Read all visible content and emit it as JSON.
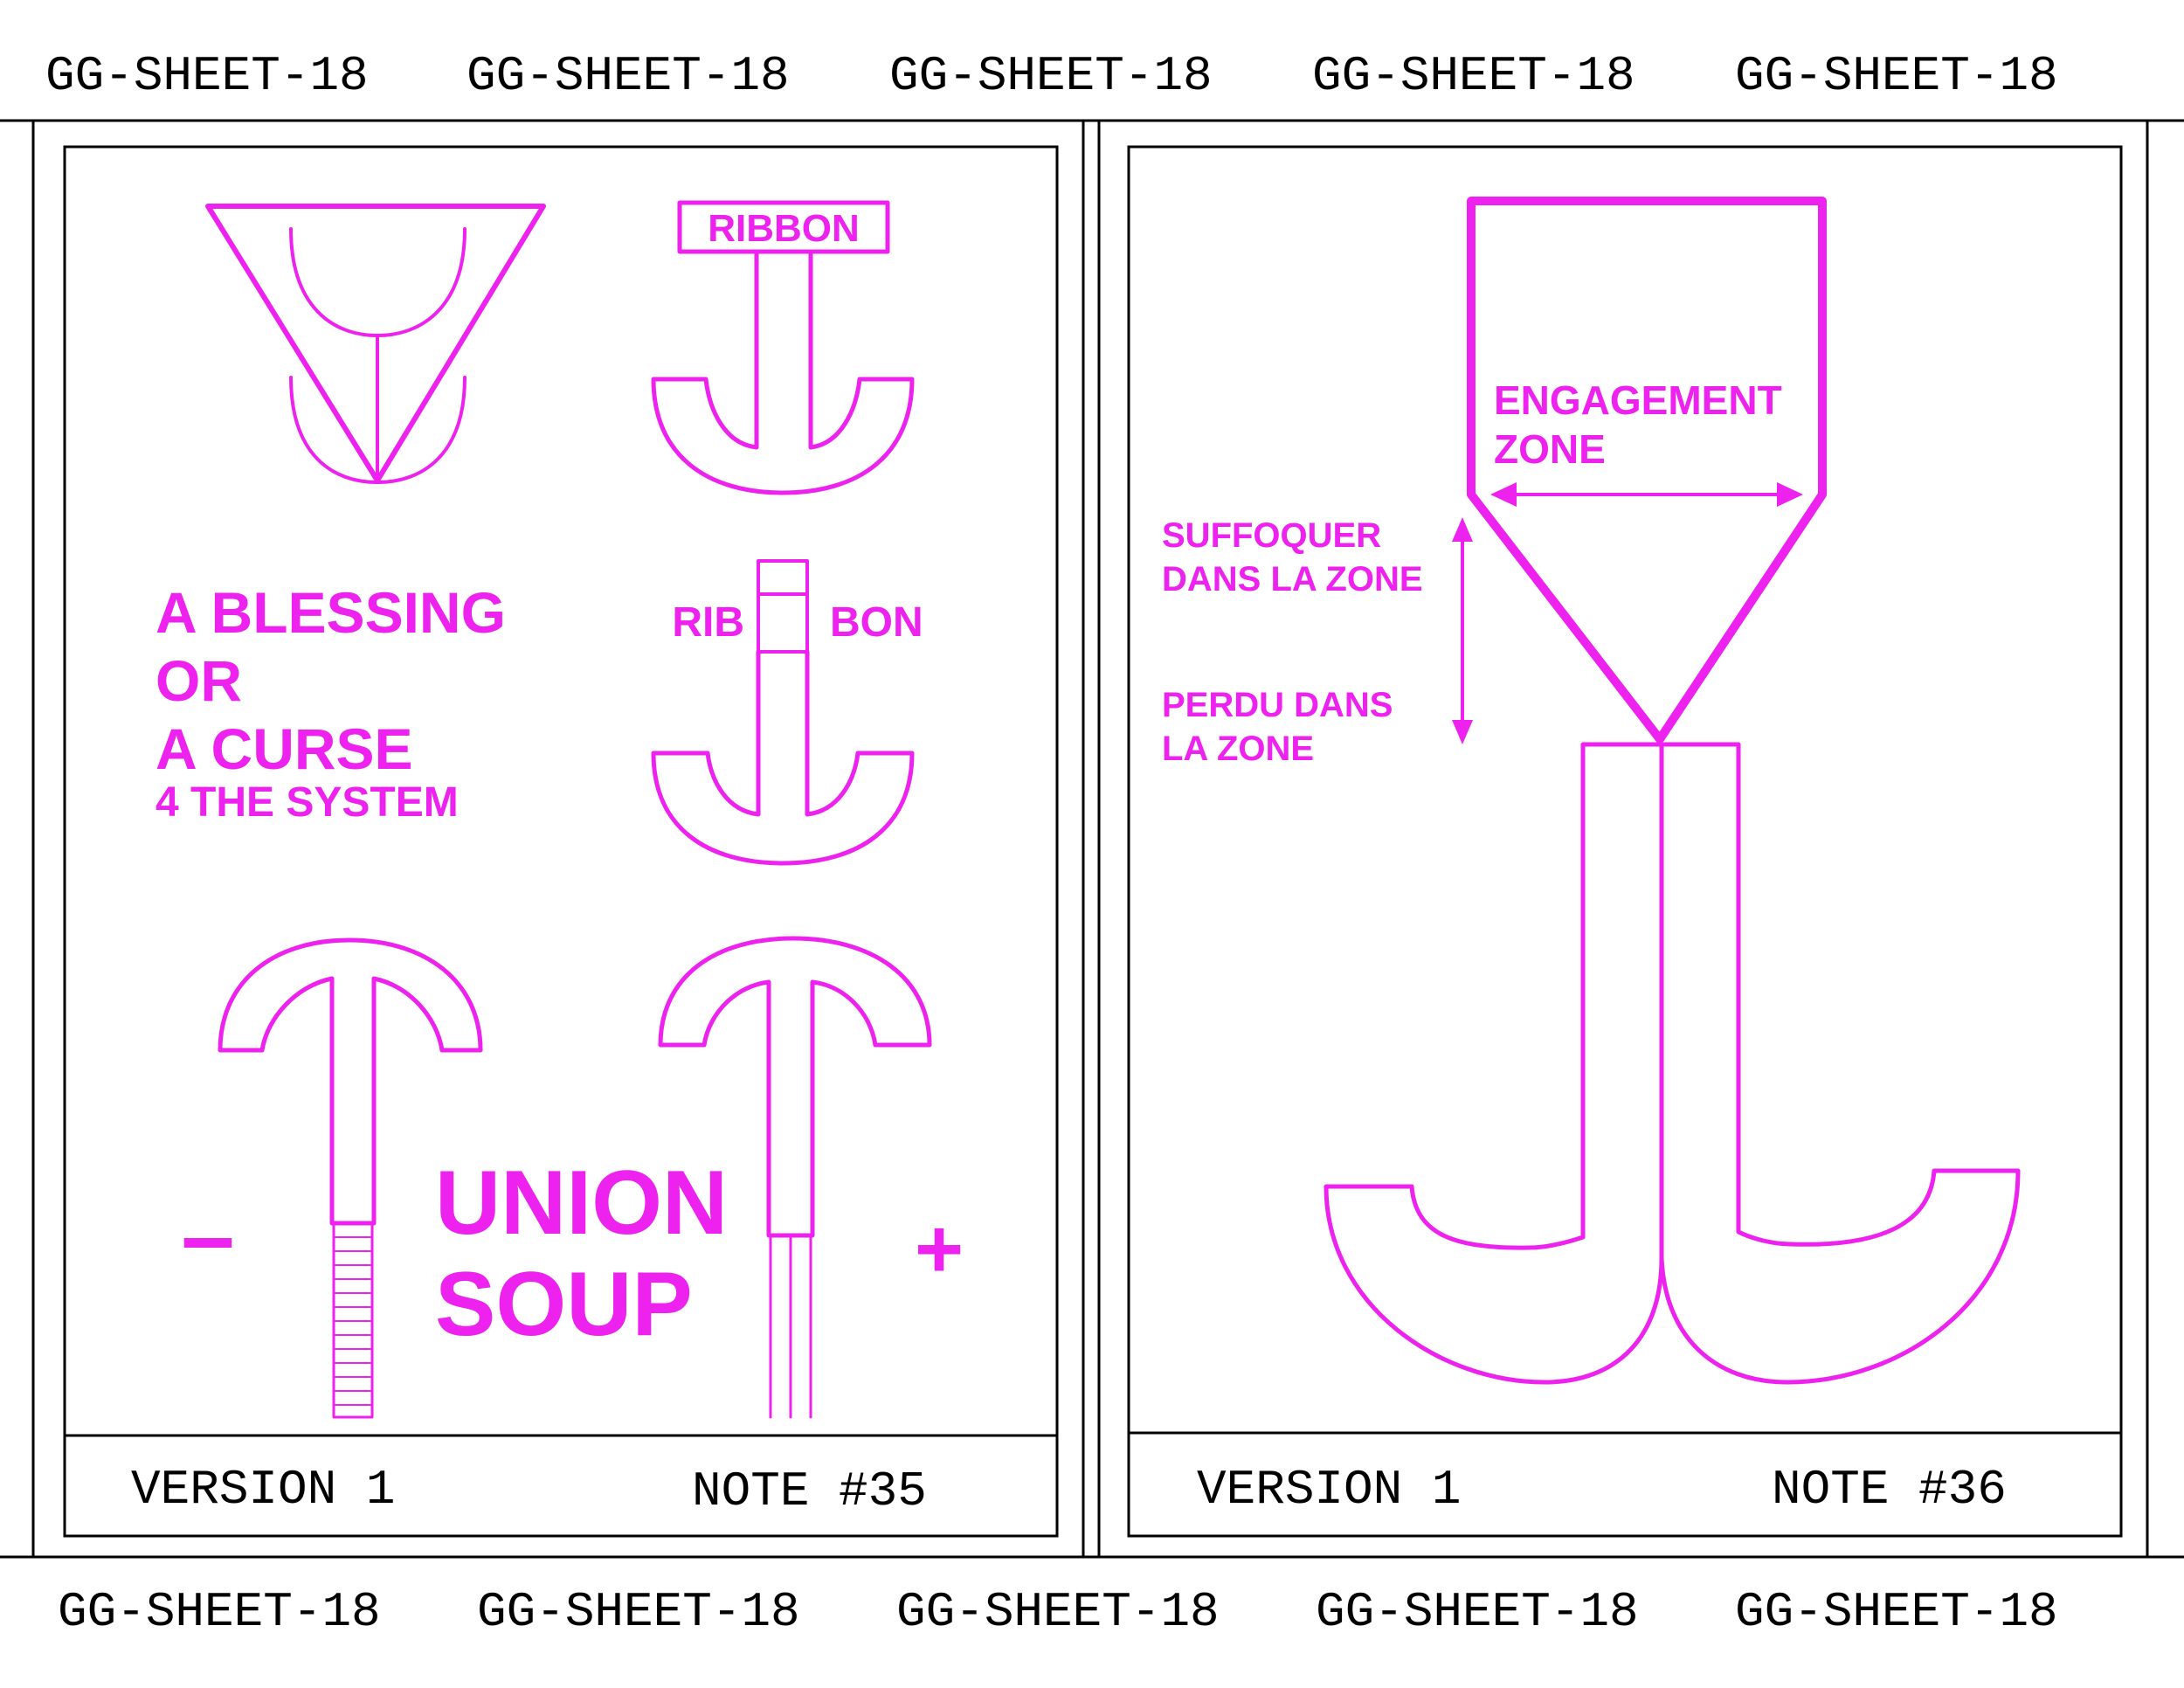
{
  "header": {
    "stamps": [
      "GG-SHEET-18",
      "GG-SHEET-18",
      "GG-SHEET-18",
      "GG-SHEET-18",
      "GG-SHEET-18"
    ]
  },
  "footer": {
    "stamps": [
      "GG-SHEET-18",
      "GG-SHEET-18",
      "GG-SHEET-18",
      "GG-SHEET-18",
      "GG-SHEET-18"
    ]
  },
  "colors": {
    "accent": "#ee22ee",
    "ink": "#000000",
    "paper": "#ffffff"
  },
  "panel_left": {
    "ribbon_box_label": "RIBBON",
    "rib_label": "RIB",
    "bon_label": "BON",
    "blessing": {
      "line1": "A BLESSING",
      "line2": "OR",
      "line3": "A CURSE",
      "line4": "4 THE SYSTEM"
    },
    "minus_sign": "–",
    "plus_sign": "+",
    "union": {
      "line1": "UNION",
      "line2": "SOUP"
    },
    "version": "VERSION 1",
    "note": "NOTE #35"
  },
  "panel_right": {
    "engagement": {
      "line1": "ENGAGEMENT",
      "line2": "ZONE"
    },
    "suffoquer": {
      "line1": "SUFFOQUER",
      "line2": "DANS LA ZONE"
    },
    "perdu": {
      "line1": "PERDU DANS",
      "line2": "LA ZONE"
    },
    "version": "VERSION 1",
    "note": "NOTE #36"
  }
}
